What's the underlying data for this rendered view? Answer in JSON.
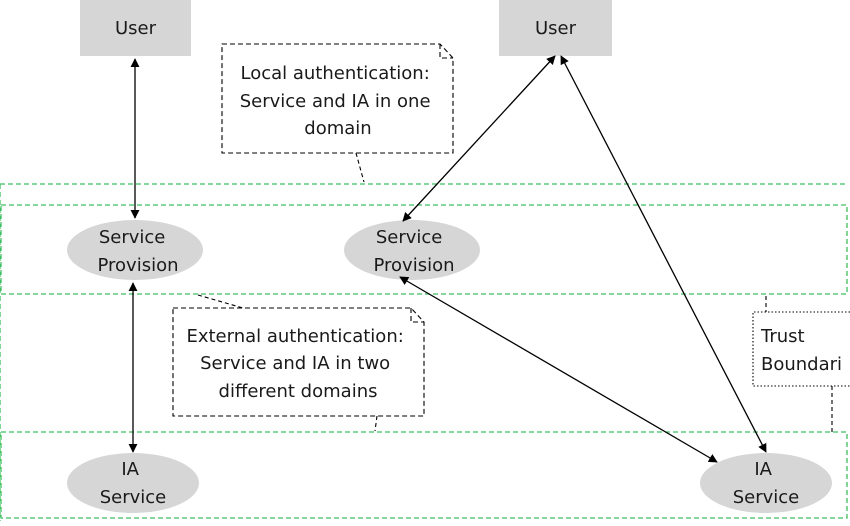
{
  "colors": {
    "user_box": "#d6d6d6",
    "ellipse": "#d6d6d6",
    "domain_border": "#3fbf5f",
    "line": "#000000"
  },
  "nodes": {
    "user_left": "User",
    "user_right": "User",
    "service_left": [
      "Service",
      "Provision"
    ],
    "service_mid": [
      "Service",
      "Provision"
    ],
    "ia_left": [
      "IA",
      "Service"
    ],
    "ia_right": [
      "IA",
      "Service"
    ]
  },
  "callouts": {
    "local": [
      "Local authentication:",
      "Service and IA in one",
      "domain"
    ],
    "external": [
      "External authentication:",
      "Service and IA in two",
      "different domains"
    ],
    "trust": [
      "Trust",
      "Boundari"
    ]
  }
}
